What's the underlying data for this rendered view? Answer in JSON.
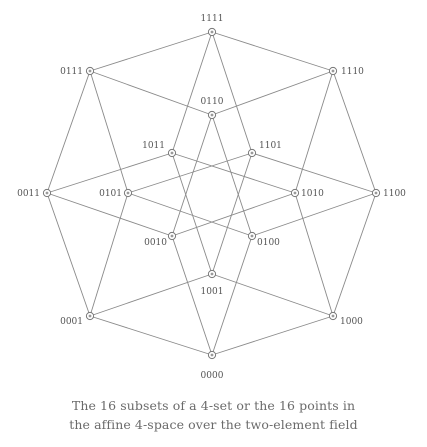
{
  "diagram": {
    "vertices": [
      {
        "id": "1111",
        "label": "1111"
      },
      {
        "id": "0111",
        "label": "0111"
      },
      {
        "id": "1110",
        "label": "1110"
      },
      {
        "id": "0110",
        "label": "0110"
      },
      {
        "id": "1011",
        "label": "1011"
      },
      {
        "id": "1101",
        "label": "1101"
      },
      {
        "id": "0011",
        "label": "0011"
      },
      {
        "id": "0101",
        "label": "0101"
      },
      {
        "id": "1010",
        "label": "1010"
      },
      {
        "id": "1100",
        "label": "1100"
      },
      {
        "id": "0010",
        "label": "0010"
      },
      {
        "id": "0100",
        "label": "0100"
      },
      {
        "id": "1001",
        "label": "1001"
      },
      {
        "id": "0001",
        "label": "0001"
      },
      {
        "id": "1000",
        "label": "1000"
      },
      {
        "id": "0000",
        "label": "0000"
      }
    ],
    "edges": [
      [
        "0000",
        "1000"
      ],
      [
        "0000",
        "0100"
      ],
      [
        "0000",
        "0010"
      ],
      [
        "0000",
        "0001"
      ],
      [
        "1000",
        "1100"
      ],
      [
        "1000",
        "1010"
      ],
      [
        "1000",
        "1001"
      ],
      [
        "0100",
        "1100"
      ],
      [
        "0100",
        "0110"
      ],
      [
        "0100",
        "0101"
      ],
      [
        "0010",
        "1010"
      ],
      [
        "0010",
        "0110"
      ],
      [
        "0010",
        "0011"
      ],
      [
        "0001",
        "1001"
      ],
      [
        "0001",
        "0101"
      ],
      [
        "0001",
        "0011"
      ],
      [
        "1100",
        "1110"
      ],
      [
        "1100",
        "1101"
      ],
      [
        "1010",
        "1110"
      ],
      [
        "1010",
        "1011"
      ],
      [
        "1001",
        "1101"
      ],
      [
        "1001",
        "1011"
      ],
      [
        "0110",
        "1110"
      ],
      [
        "0110",
        "0111"
      ],
      [
        "0101",
        "1101"
      ],
      [
        "0101",
        "0111"
      ],
      [
        "0011",
        "1011"
      ],
      [
        "0011",
        "0111"
      ],
      [
        "1110",
        "1111"
      ],
      [
        "1101",
        "1111"
      ],
      [
        "1011",
        "1111"
      ],
      [
        "0111",
        "1111"
      ]
    ]
  },
  "caption": {
    "line1": "The 16 subsets of a 4-set or the 16 points in",
    "line2": "the affine 4-space over the two-element field"
  }
}
